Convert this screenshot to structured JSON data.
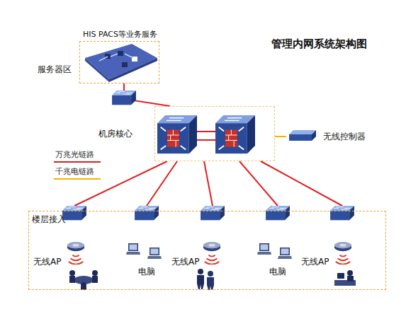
{
  "diagram": {
    "title": "管理内网系统架构图",
    "nodes": [
      {
        "text": [
          "HIS PACS等业务服务",
          "服务器区"
        ]
      },
      {
        "text": [
          "机房核心"
        ]
      },
      {
        "text": [
          "无线控制器"
        ]
      },
      {
        "text": [
          "楼层接入"
        ]
      },
      {
        "text": [
          "无线AP"
        ],
        "in": 3
      },
      {
        "text": [
          "电脑"
        ],
        "in": 3
      },
      {
        "text": [
          "无线AP"
        ],
        "in": 3
      },
      {
        "text": [
          "电脑"
        ],
        "in": 3
      },
      {
        "text": [
          "无线AP"
        ],
        "in": 3
      }
    ],
    "edges": [
      {
        "from": 0,
        "to": 1,
        "arrow": "none"
      },
      {
        "from": 1,
        "to": 2,
        "arrow": "none"
      },
      {
        "from": 1,
        "to": 4,
        "arrow": "none"
      },
      {
        "from": 1,
        "to": 5,
        "arrow": "none"
      },
      {
        "from": 1,
        "to": 6,
        "arrow": "none"
      },
      {
        "from": 1,
        "to": 7,
        "arrow": "none"
      },
      {
        "from": 1,
        "to": 8,
        "arrow": "none"
      }
    ],
    "legend": [
      {
        "text": "万兆光链路"
      },
      {
        "text": "千兆电链路"
      }
    ]
  }
}
